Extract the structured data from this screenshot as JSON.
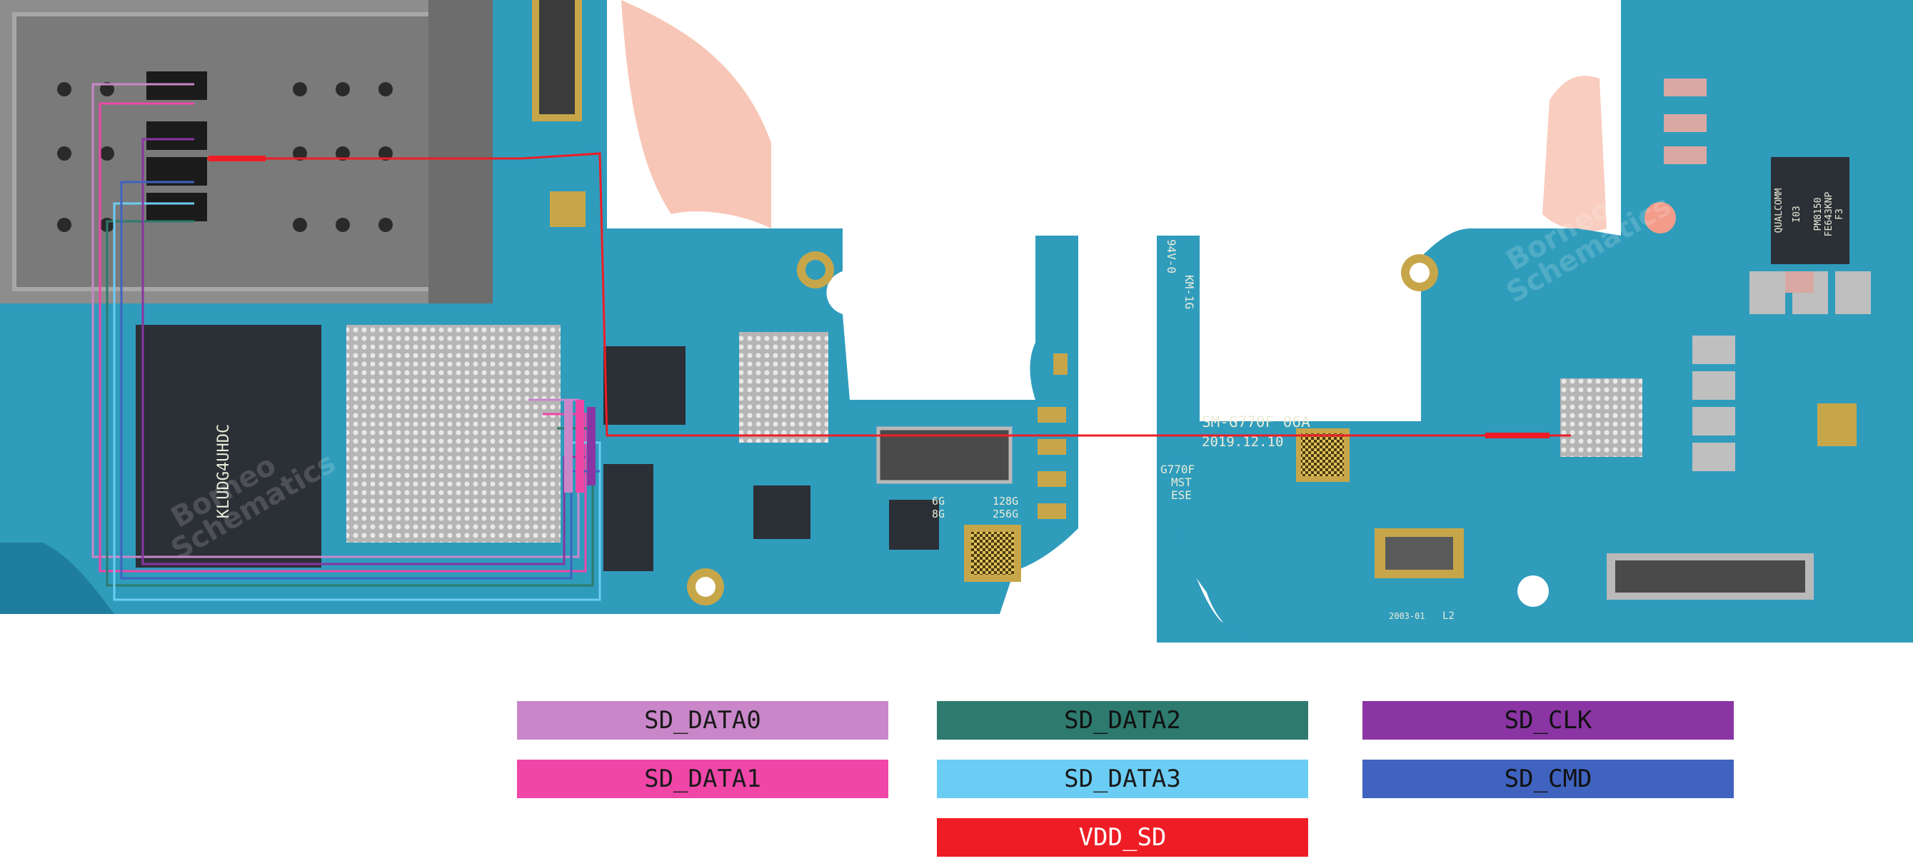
{
  "board": {
    "labels": {
      "model": "SM-G770F 06A",
      "date": "2019.12.10",
      "variant": "G770F",
      "mst": "MST",
      "ese": "ESE",
      "mem1": "6G",
      "mem2": "8G",
      "stor1": "128G",
      "stor2": "256G",
      "code": "2003-01",
      "rev": "L2",
      "chip_brand": "QUALCOMM",
      "chip_part": "PM8150",
      "chip_line1": "I03",
      "chip_line2": "FE643KNP",
      "chip_line3": "F3",
      "flex_code": "94V-0",
      "flex_code2": "KM-1G",
      "mem_chip": "KLUDG4UHDC"
    },
    "watermark": {
      "line1": "Borneo",
      "line2": "Schematics"
    }
  },
  "legend": {
    "items": [
      {
        "key": "sd_data0",
        "label": "SD_DATA0",
        "color": "#c987c9",
        "text_color": "#1a1a1a"
      },
      {
        "key": "sd_data2",
        "label": "SD_DATA2",
        "color": "#2e7a6e",
        "text_color": "#111111"
      },
      {
        "key": "sd_clk",
        "label": "SD_CLK",
        "color": "#8a35a3",
        "text_color": "#111111"
      },
      {
        "key": "sd_data1",
        "label": "SD_DATA1",
        "color": "#ef46a8",
        "text_color": "#1a1a1a"
      },
      {
        "key": "sd_data3",
        "label": "SD_DATA3",
        "color": "#6ccdf4",
        "text_color": "#1a1a1a"
      },
      {
        "key": "sd_cmd",
        "label": "SD_CMD",
        "color": "#3f63bf",
        "text_color": "#111111"
      },
      {
        "key": "vdd_sd",
        "label": "VDD_SD",
        "color": "#ee1d25",
        "text_color": "#ffffff"
      }
    ]
  },
  "colors": {
    "pcb": "#2f9cbc",
    "pcb_dark": "#1f7ea0",
    "gold": "#c7a64a",
    "chip": "#2b2f36",
    "sim_tray": "#8b8b8b",
    "shadow": "#f2a892"
  }
}
